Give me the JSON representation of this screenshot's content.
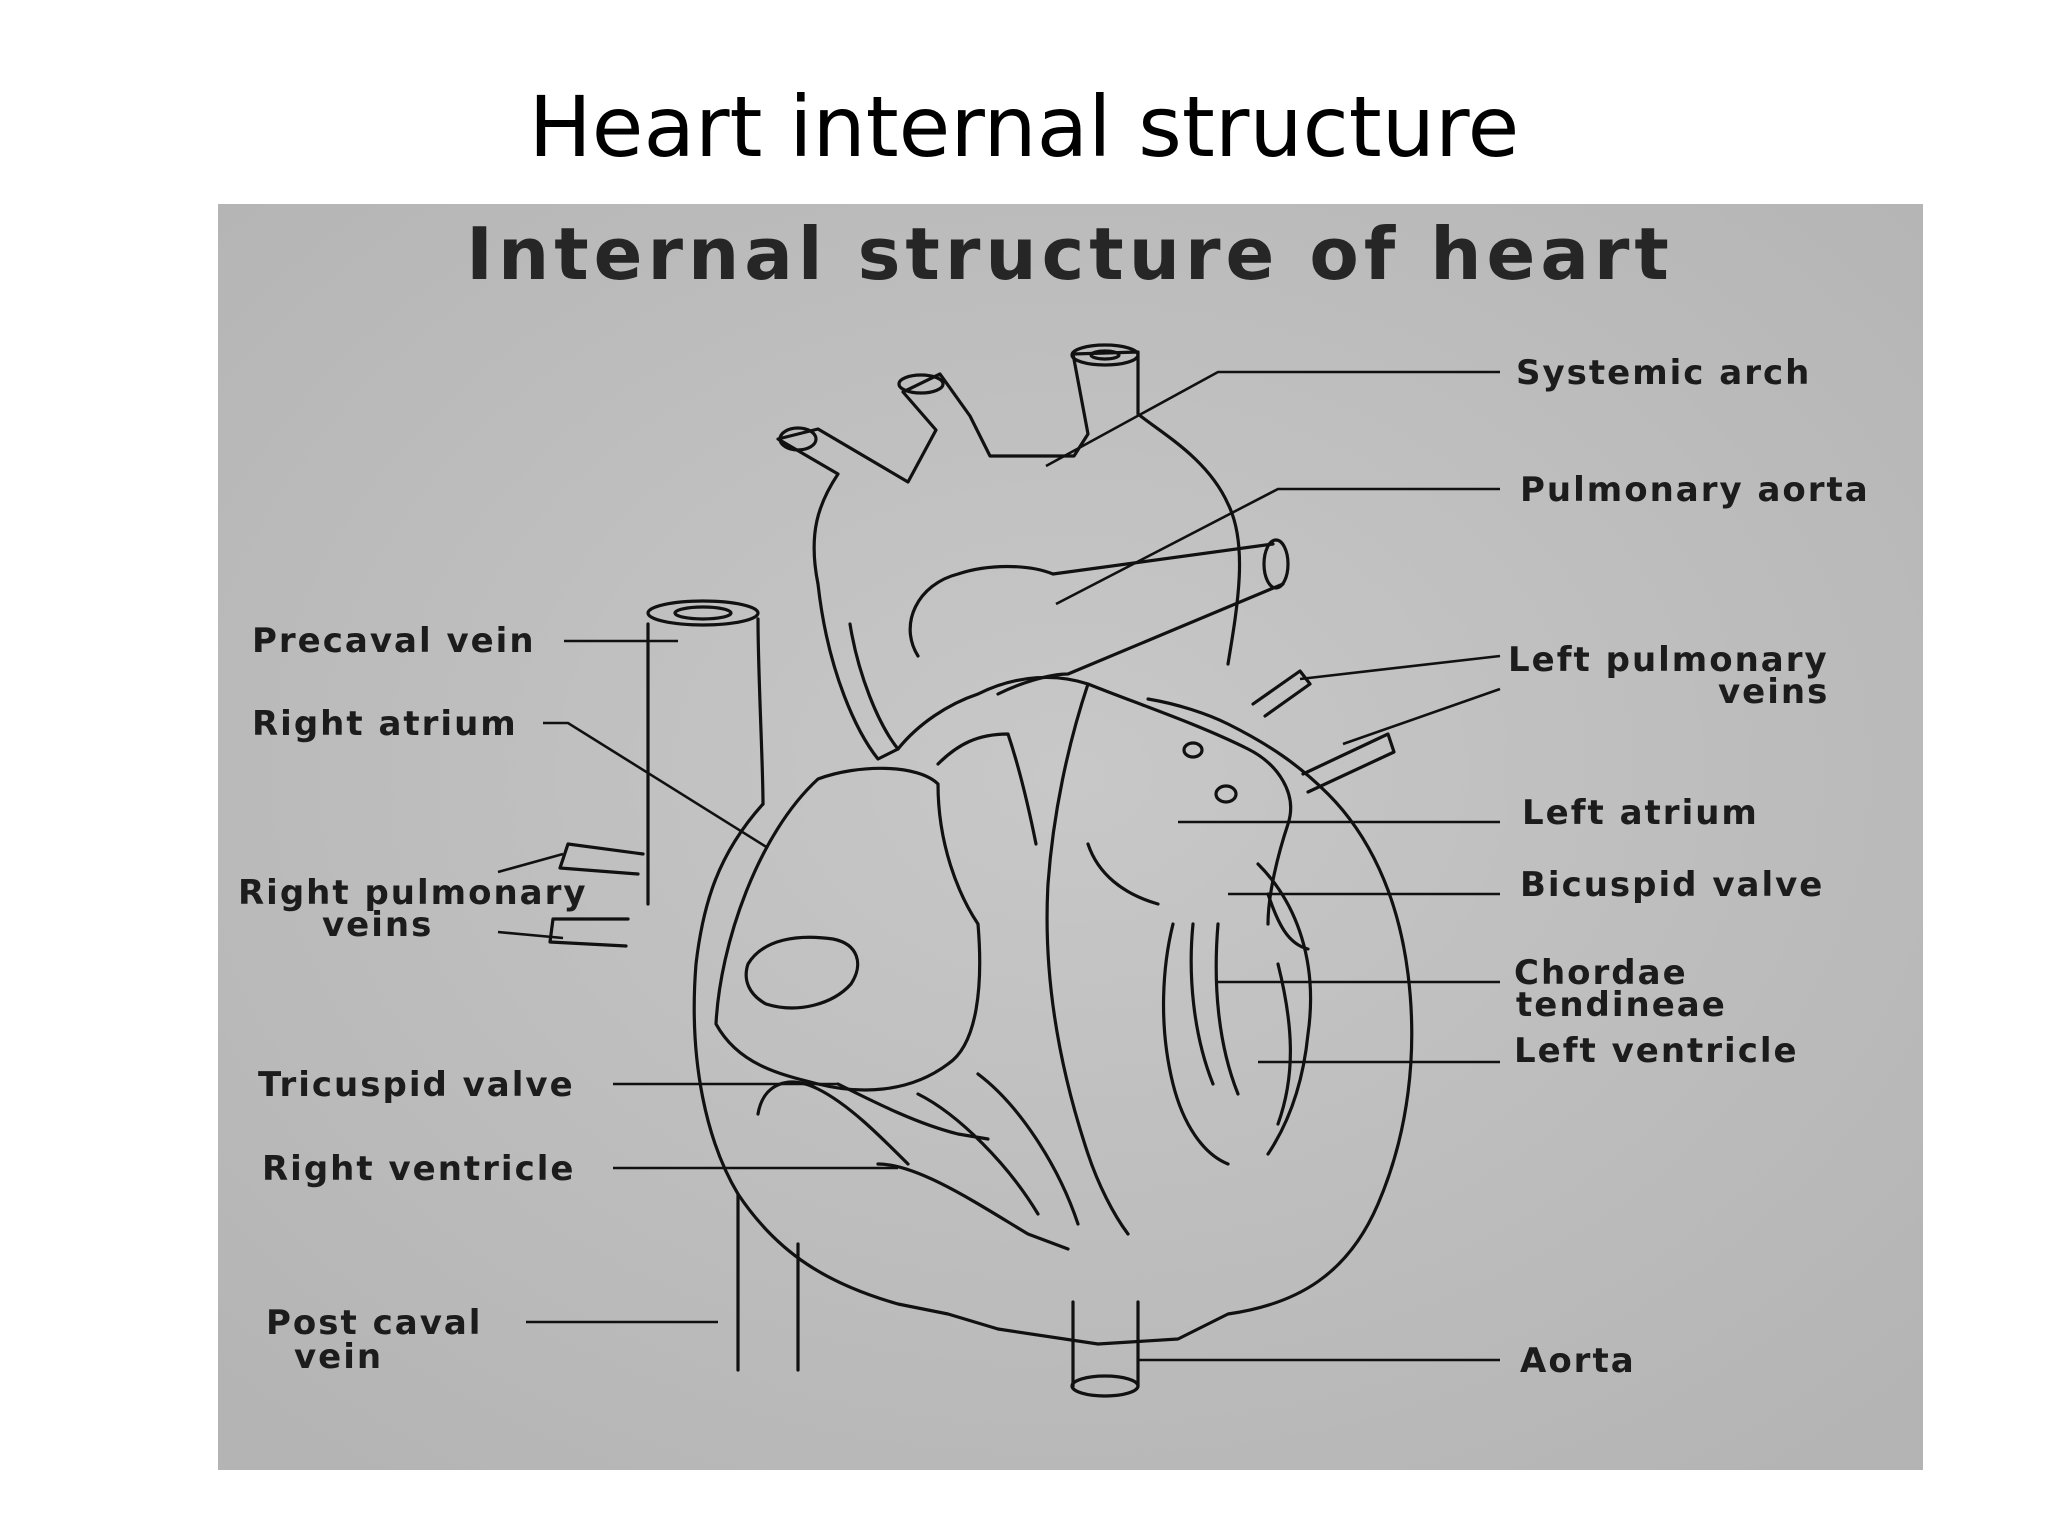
{
  "slide_title": "Heart internal structure",
  "figure": {
    "title": "Internal structure of heart",
    "colors": {
      "panel": "#b9b9b9",
      "line": "#111111",
      "text": "#1c1c1c"
    },
    "labels": {
      "systemic_arch": "Systemic arch",
      "pulmonary_aorta": "Pulmonary aorta",
      "left_pulmonary_veins_1": "Left pulmonary",
      "left_pulmonary_veins_2": "veins",
      "left_atrium": "Left atrium",
      "bicuspid_valve": "Bicuspid valve",
      "chordae_tendineae_1": "Chordae",
      "chordae_tendineae_2": "tendineae",
      "left_ventricle": "Left ventricle",
      "aorta": "Aorta",
      "precaval_vein": "Precaval vein",
      "right_atrium": "Right atrium",
      "right_pulmonary_veins_1": "Right pulmonary",
      "right_pulmonary_veins_2": "veins",
      "tricuspid_valve": "Tricuspid valve",
      "right_ventricle": "Right ventricle",
      "post_caval_vein_1": "Post caval",
      "post_caval_vein_2": "vein"
    }
  }
}
